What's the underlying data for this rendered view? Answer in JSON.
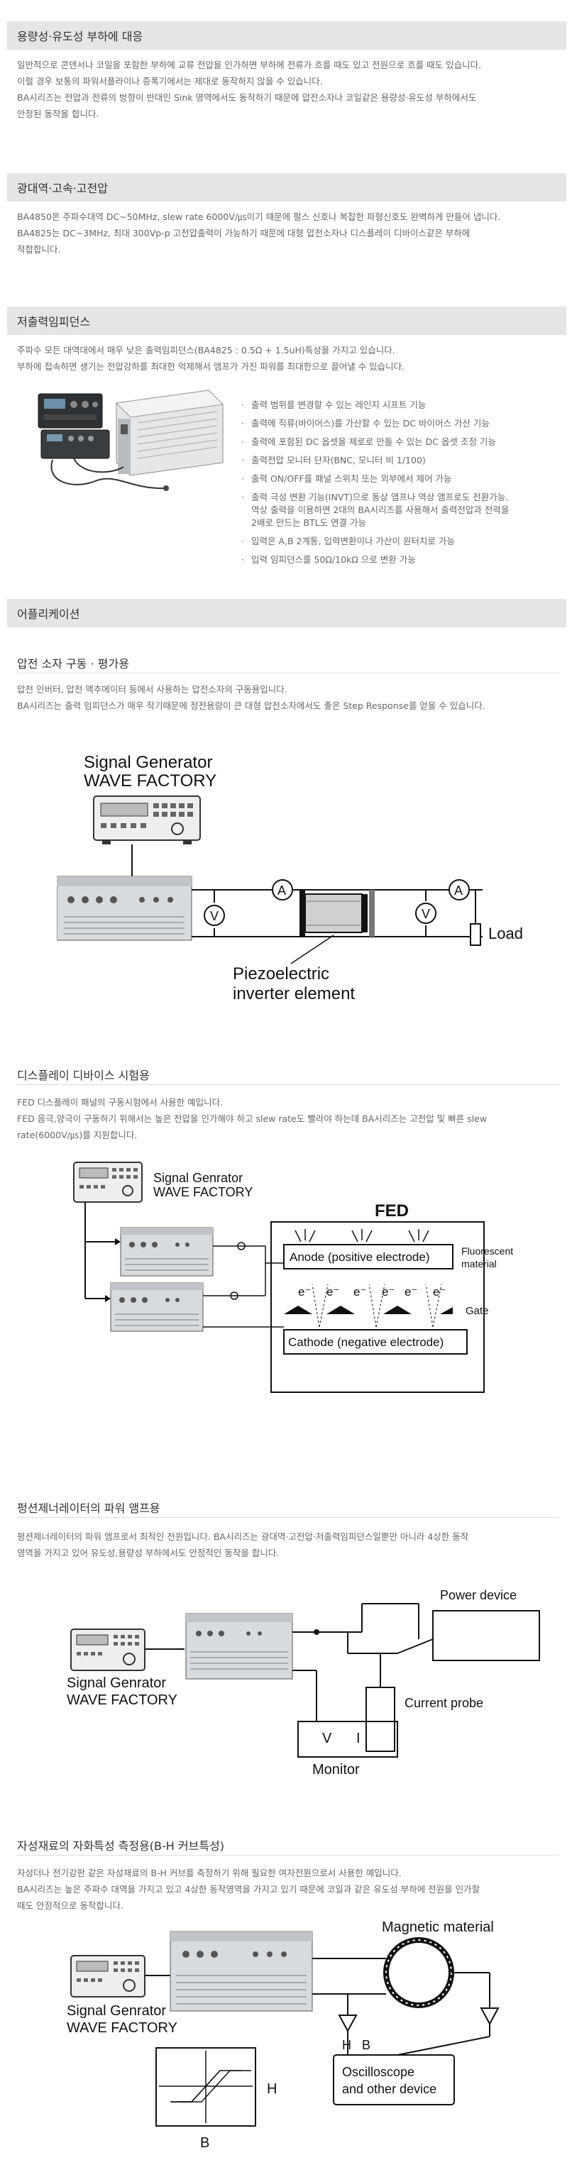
{
  "sections": {
    "s1": {
      "title": "용량성·유도성 부하에 대응",
      "lines": [
        "일반적으로 콘덴서나 코일을 포함한 부하에 교류 전압을 인가하면 부하에 전류가 흐를 때도 있고 전원으로 흐를 때도 있습니다.",
        "이럴 경우 보통의 파워서플라이나 증폭기에서는 제대로 동작하지 않을 수 있습니다.",
        "BA시리즈는 전압과 전류의 방향이 반대인 Sink 영역에서도 동작하기 때문에 압전소자나 코일같은 용량성·유도성 부하에서도",
        "안정된 동작을 합니다."
      ]
    },
    "s2": {
      "title": "광대역·고속·고전압",
      "lines": [
        "BA4850은 주파수대역 DC~50MHz, slew rate 6000V/㎲이기 때문에 펄스 신호나 복잡한 파형신호도 완벽하게 만들어 냅니다.",
        "BA4825는 DC~3MHz, 최대 300Vp-p 고전압출력이 가능하기 때문에 대형 압전소자나 디스플레이 디바이스같은 부하에",
        "적합합니다."
      ]
    },
    "s3": {
      "title": "저출력임피던스",
      "lines": [
        "주파수 모든 대역대에서 매우 낮은 출력임피던스(BA4825 : 0.5Ω + 1.5uH)특성을 가지고 있습니다.",
        "부하에 접속하면 생기는 전압강하를 최대한 억제해서 앰프가 가진 파워를 최대한으로 끌어낼 수 있습니다."
      ],
      "bullets": [
        "출력 범위를 변경할 수 있는 레인지 시프트 기능",
        "출력에 직류(바이어스)를 가산할 수 있는 DC 바이어스 가산 기능",
        "출력에 포함된 DC 옵셋을 제로로 만들 수 있는 DC 옵셋 조정 기능",
        "출력전압 모니터 단자(BNC, 모니터 비 1/100)",
        "출력 ON/OFF를 패널 스위치 또는 외부에서 제어 가능",
        "출력 극성 변환 기능(INVT)으로 동상 앰프나 역상 앰프로도 전환가능.\n역상 출력을 이용하면 2대의 BA시리즈를 사용해서 출력전압과 전력을\n2배로 만드는 BTL도 연결 가능",
        "입력은 A,B 2계통, 입력변환이나 가산이 원터치로 가능",
        "입력 임피던스를 50Ω/10kΩ 으로 변환 가능"
      ]
    },
    "s4": {
      "title": "어플리케이션"
    },
    "apps": {
      "a1": {
        "title": "압전 소자 구동 · 평가용",
        "lines": [
          "압전 인버터, 압전 액추에이터 등에서 사용하는 압전소자의 구동용입니다.",
          "BA시리즈는 출력 임피던스가 매우 작기때문에 정전용량이 큰 대형 압전소자에서도 좋은 Step Response를 얻을 수 있습니다."
        ],
        "diagram": {
          "generator_label_1": "Signal Generator",
          "generator_label_2": "WAVE FACTORY",
          "ammeter": "A",
          "voltmeter": "V",
          "load": "Load",
          "element_1": "Piezoelectric",
          "element_2": "inverter element"
        }
      },
      "a2": {
        "title": "디스플레이 디바이스 시험용",
        "lines": [
          "FED 디스플레이 패널의 구동시험에서 사용한 예입니다.",
          "FED 음극,양극이 구동하기 위해서는 높은 전압을 인가해야 하고 slew rate도 빨라야 하는데 BA시리즈는 고전압 및 빠른 slew",
          "rate(6000V/㎲)를 지원합니다."
        ],
        "diagram": {
          "generator_label_1": "Signal Genrator",
          "generator_label_2": "WAVE FACTORY",
          "fed": "FED",
          "anode": "Anode (positive electrode)",
          "fluorescent_1": "Fluorescent",
          "fluorescent_2": "material",
          "electron": "e⁻",
          "gate": "Gate",
          "cathode": "Cathode (negative electrode)"
        }
      },
      "a3": {
        "title": "펑션제너레이터의 파워 앰프용",
        "lines": [
          "펑션제너레이터의 파워 앰프로서 최적인 전원입니다. BA시리즈는 광대역·고전압·저출력임피던스일뿐만 아니라 4상한 동작",
          "영역을 가지고 있어 유도성,용량성 부하에서도 안정적인 동작을 합니다."
        ],
        "diagram": {
          "generator_label_1": "Signal Genrator",
          "generator_label_2": "WAVE FACTORY",
          "power_device": "Power device",
          "current_probe": "Current probe",
          "v": "V",
          "i": "I",
          "monitor": "Monitor"
        }
      },
      "a4": {
        "title": "자성재료의 자화특성 측정용(B-H 커브특성)",
        "lines": [
          "자성더나 전기강판 같은 자성재료의 B-H 커브를 측정하기 위해 필요한 여자전원으로서 사용한 예입니다.",
          "BA시리즈는 높은 주파수 대역을 가지고 있고 4상한 동작영역을 가지고 있기 때문에 코일과 같은 유도성 부하에 전원을 인가할",
          "때도 안정적으로 동작합니다."
        ],
        "diagram": {
          "generator_label_1": "Signal Genrator",
          "generator_label_2": "WAVE FACTORY",
          "magnetic": "Magnetic material",
          "h": "H",
          "b": "B",
          "osc_1": "Oscilloscope",
          "osc_2": "and other device",
          "axis_h": "H",
          "axis_b": "B"
        }
      }
    }
  },
  "colors": {
    "header_bg": "#e5e5e5",
    "device_gray": "#cfd3d6",
    "device_dark": "#555a60"
  }
}
